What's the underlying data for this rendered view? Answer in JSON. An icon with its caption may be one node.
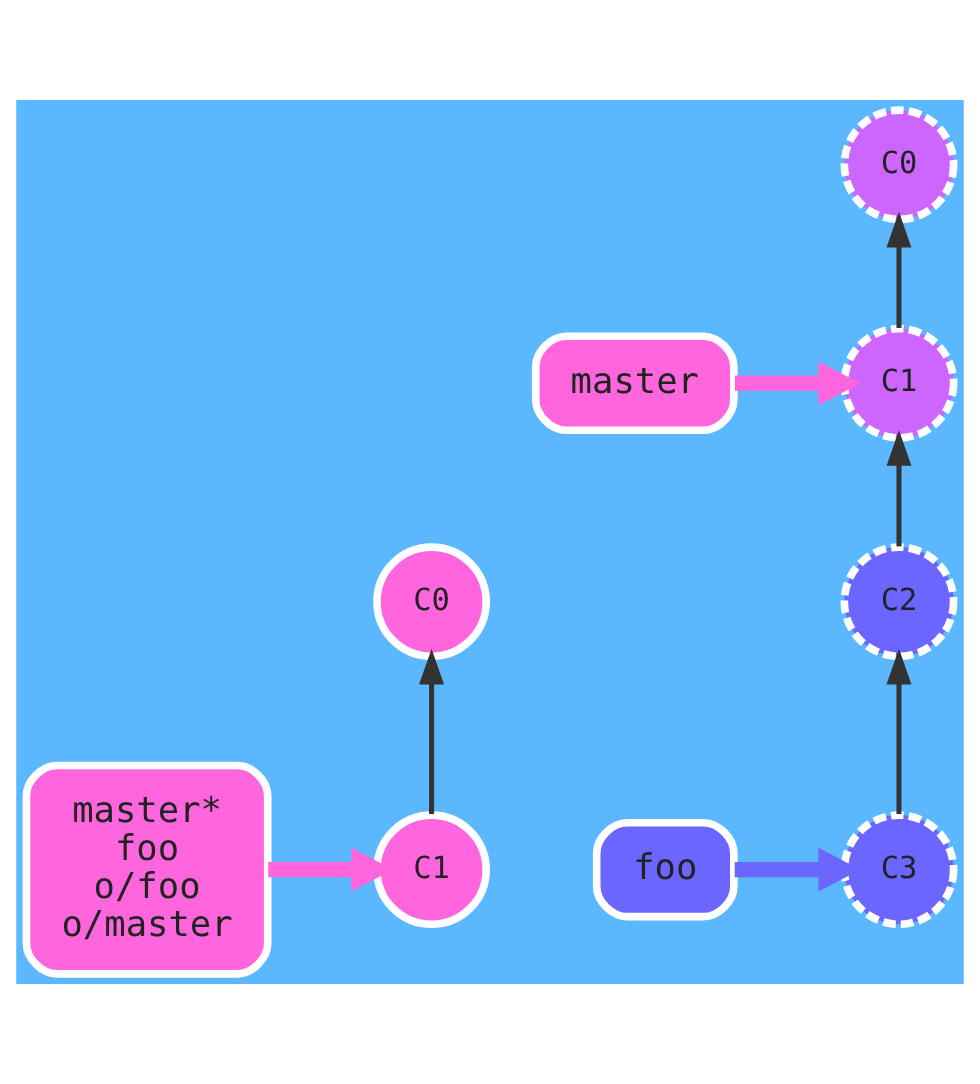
{
  "diagram": {
    "nodes": [
      {
        "text": [
          "C0"
        ]
      },
      {
        "text": [
          "C1"
        ]
      },
      {
        "text": [
          "master*",
          "foo",
          "o/foo",
          "o/master"
        ]
      },
      {
        "text": [
          "C0"
        ]
      },
      {
        "text": [
          "master"
        ]
      },
      {
        "text": [
          "C1"
        ]
      },
      {
        "text": [
          "C2"
        ]
      },
      {
        "text": [
          "foo"
        ]
      },
      {
        "text": [
          "C3"
        ]
      }
    ],
    "edges": [
      {
        "from": 1,
        "to": 0,
        "arrow": "to"
      },
      {
        "from": 2,
        "to": 1,
        "arrow": "to",
        "style": "thick",
        "color": "#ff66dd"
      },
      {
        "from": 5,
        "to": 3,
        "arrow": "to"
      },
      {
        "from": 6,
        "to": 5,
        "arrow": "to"
      },
      {
        "from": 8,
        "to": 6,
        "arrow": "to"
      },
      {
        "from": 4,
        "to": 5,
        "arrow": "to",
        "style": "thick",
        "color": "#ff66dd"
      },
      {
        "from": 7,
        "to": 8,
        "arrow": "to",
        "style": "thick",
        "color": "#6b66ff"
      }
    ]
  }
}
